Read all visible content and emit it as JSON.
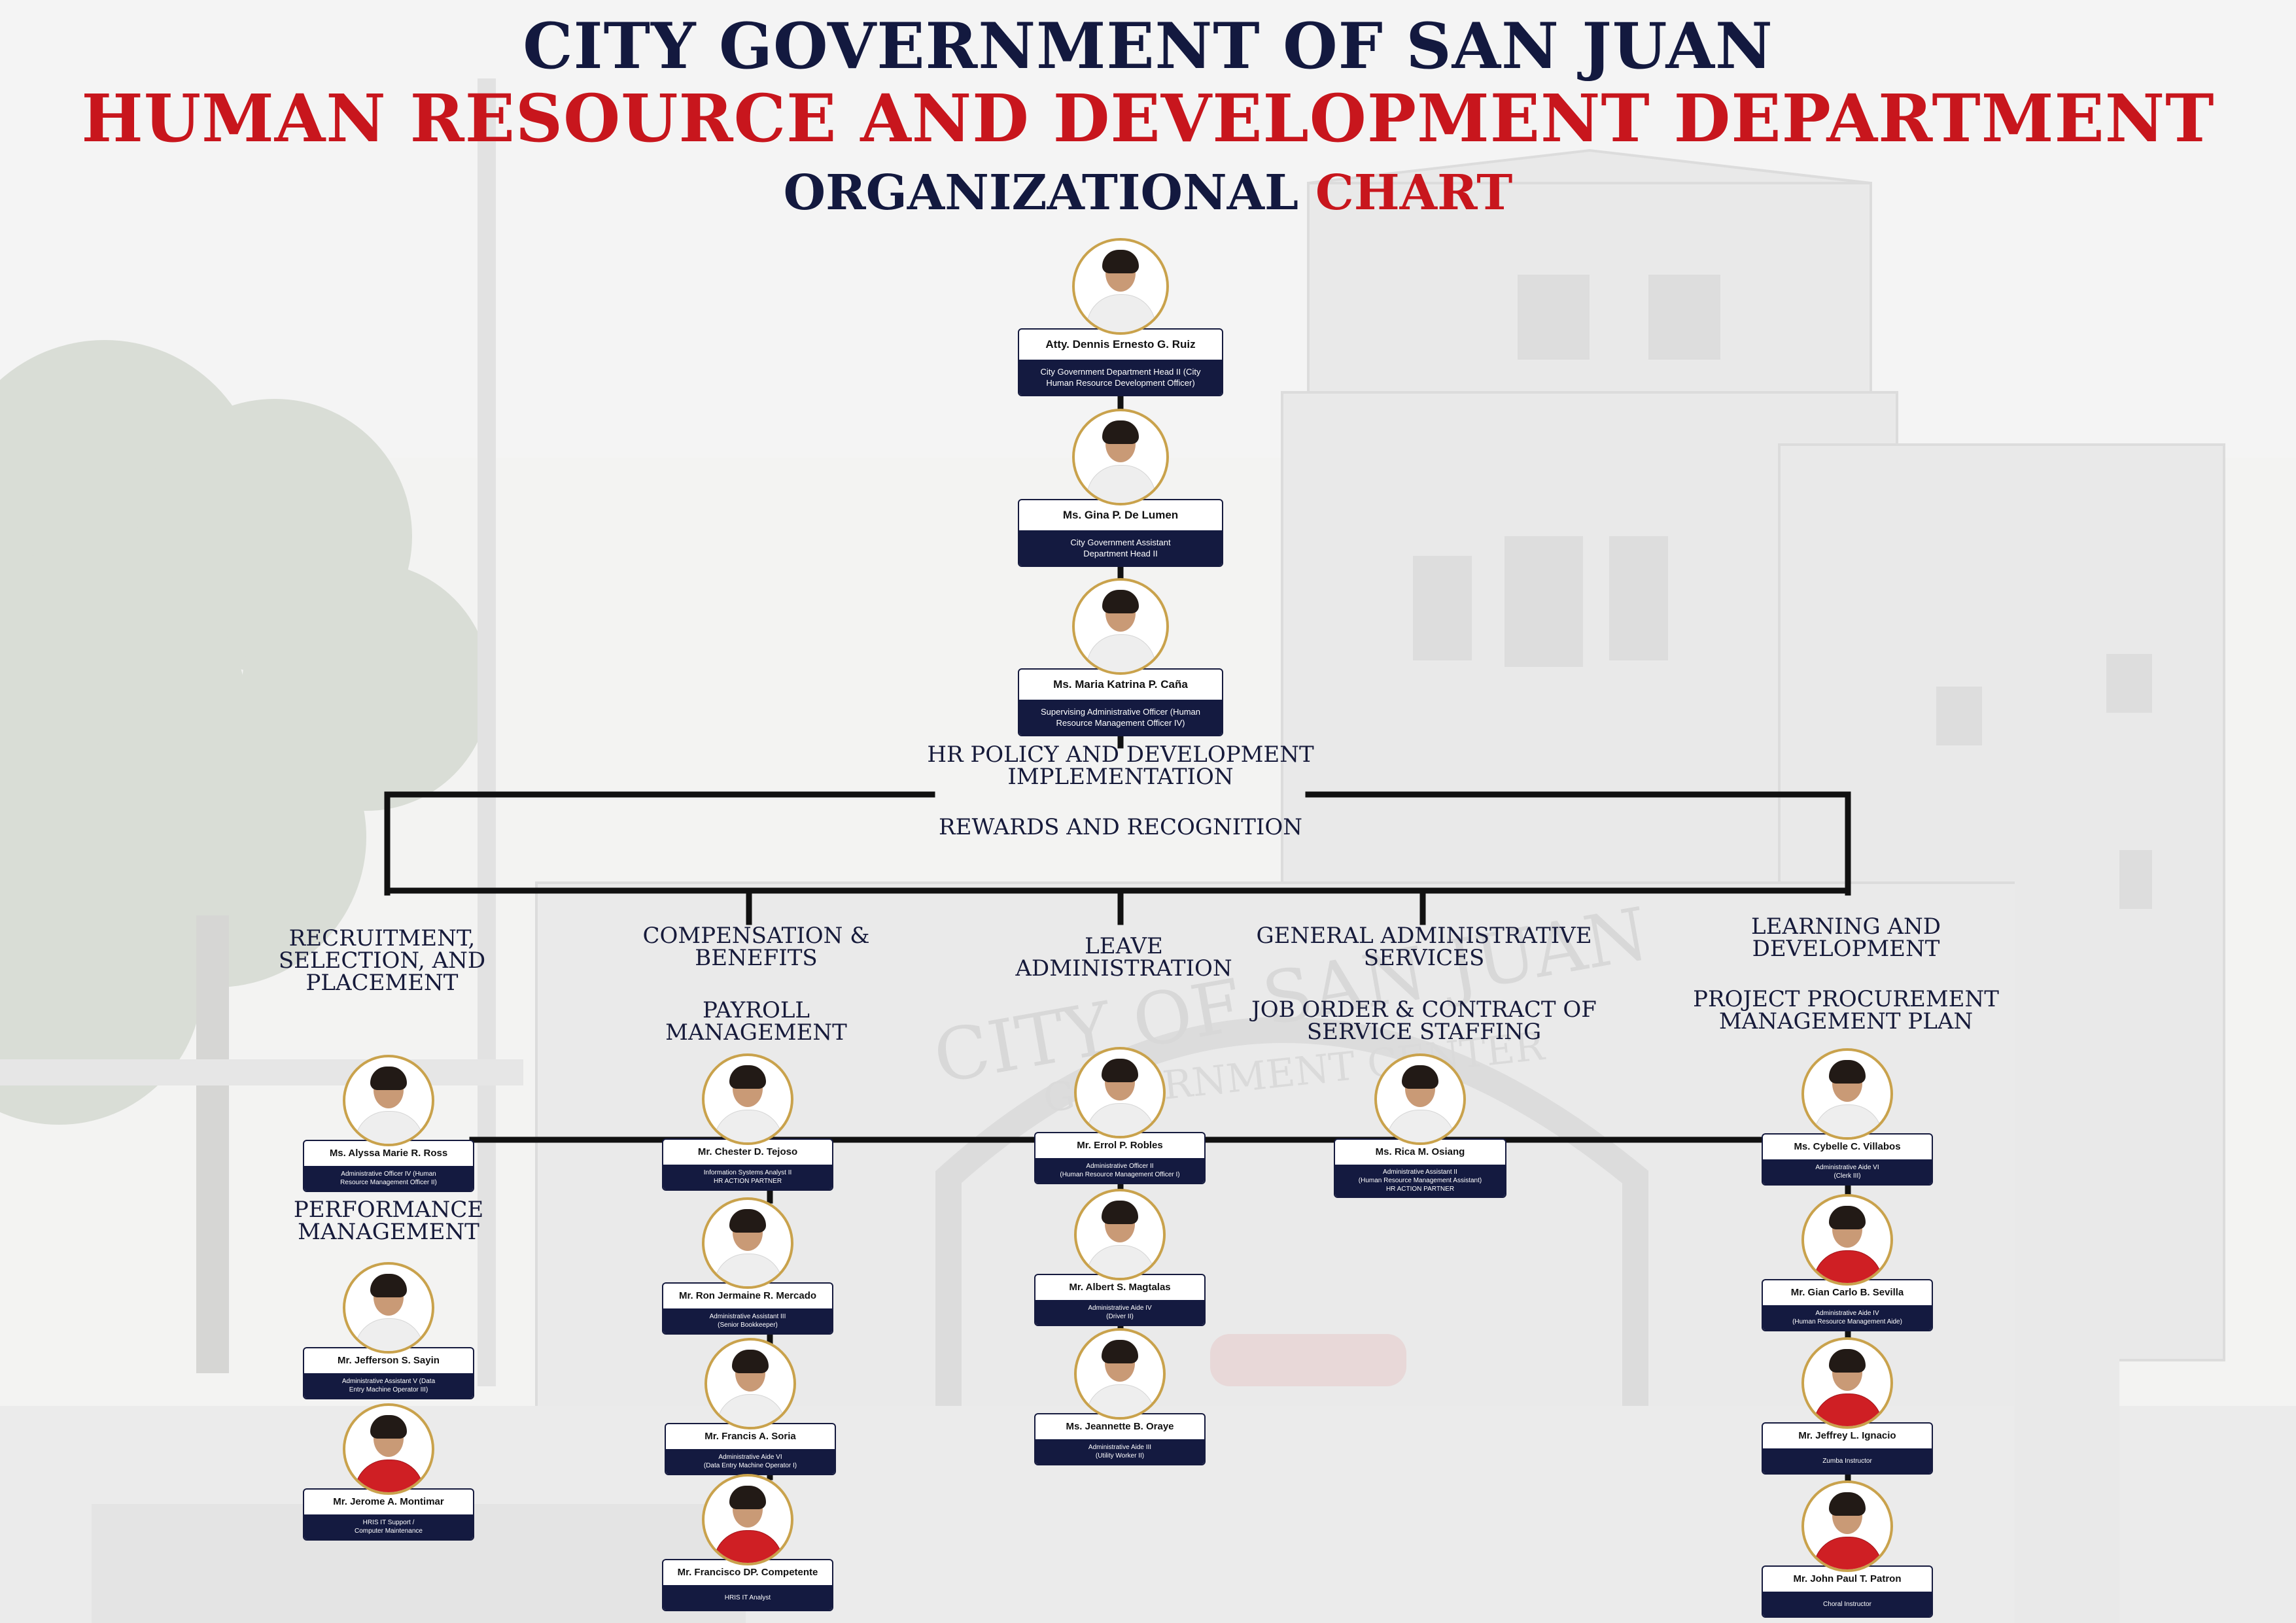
{
  "header": {
    "line1": "CITY GOVERNMENT OF SAN JUAN",
    "line2": "HUMAN RESOURCE AND DEVELOPMENT DEPARTMENT",
    "line3a": "ORGANIZATIONAL ",
    "line3b": "CHART"
  },
  "sections": {
    "hr_policy_1": "HR POLICY AND DEVELOPMENT",
    "hr_policy_2": "IMPLEMENTATION",
    "rewards": "REWARDS AND RECOGNITION",
    "recruitment_1": "RECRUITMENT,",
    "recruitment_2": "SELECTION, AND",
    "recruitment_3": "PLACEMENT",
    "comp_1": "COMPENSATION &",
    "comp_2": "BENEFITS",
    "payroll_1": "PAYROLL",
    "payroll_2": "MANAGEMENT",
    "leave_1": "LEAVE",
    "leave_2": "ADMINISTRATION",
    "gas_1": "GENERAL ADMINISTRATIVE",
    "gas_2": "SERVICES",
    "jo_1": "JOB ORDER & CONTRACT OF",
    "jo_2": "SERVICE STAFFING",
    "ld_1": "LEARNING AND",
    "ld_2": "DEVELOPMENT",
    "ppmp_1": "PROJECT PROCUREMENT",
    "ppmp_2": "MANAGEMENT PLAN",
    "perf_1": "PERFORMANCE",
    "perf_2": "MANAGEMENT"
  },
  "people": {
    "head": {
      "name": "Atty. Dennis Ernesto G. Ruiz",
      "role1": "City Government Department Head II (City",
      "role2": "Human Resource Development Officer)"
    },
    "asst": {
      "name": "Ms. Gina P. De Lumen",
      "role1": "City Government Assistant",
      "role2": "Department Head II"
    },
    "sup": {
      "name": "Ms. Maria Katrina P. Caña",
      "role1": "Supervising Administrative Officer (Human",
      "role2": "Resource Management Officer IV)"
    },
    "ross": {
      "name": "Ms. Alyssa Marie R. Ross",
      "role1": "Administrative Officer IV (Human",
      "role2": "Resource Management Officer II)"
    },
    "sayin": {
      "name": "Mr. Jefferson S. Sayin",
      "role1": "Administrative Assistant V (Data",
      "role2": "Entry Machine Operator III)"
    },
    "montimar": {
      "name": "Mr. Jerome A. Montimar",
      "role1": "HRIS IT Support /",
      "role2": "Computer Maintenance"
    },
    "tejoso": {
      "name": "Mr. Chester D. Tejoso",
      "role1": "Information Systems Analyst II",
      "role2": "HR ACTION PARTNER"
    },
    "mercado": {
      "name": "Mr. Ron Jermaine R. Mercado",
      "role1": "Administrative Assistant III",
      "role2": "(Senior Bookkeeper)"
    },
    "soria": {
      "name": "Mr. Francis A. Soria",
      "role1": "Administrative Aide VI",
      "role2": "(Data Entry Machine Operator I)"
    },
    "competente": {
      "name": "Mr. Francisco DP. Competente",
      "role1": "HRIS IT Analyst",
      "role2": ""
    },
    "robles": {
      "name": "Mr. Errol P. Robles",
      "role1": "Administrative Officer II",
      "role2": "(Human Resource Management Officer I)"
    },
    "magtalas": {
      "name": "Mr. Albert S. Magtalas",
      "role1": "Administrative Aide IV",
      "role2": "(Driver II)"
    },
    "oraye": {
      "name": "Ms. Jeannette B. Oraye",
      "role1": "Administrative Aide III",
      "role2": "(Utility Worker II)"
    },
    "osiang": {
      "name": "Ms. Rica M. Osiang",
      "role1": "Administrative Assistant II",
      "role2": "(Human Resource Management Assistant)",
      "role3": "HR ACTION PARTNER"
    },
    "villabos": {
      "name": "Ms. Cybelle C. Villabos",
      "role1": "Administrative Aide VI",
      "role2": "(Clerk III)"
    },
    "sevilla": {
      "name": "Mr. Gian Carlo B. Sevilla",
      "role1": "Administrative Aide IV",
      "role2": "(Human Resource Management Aide)"
    },
    "ignacio": {
      "name": "Mr. Jeffrey L. Ignacio",
      "role1": "Zumba Instructor",
      "role2": ""
    },
    "patron": {
      "name": "Mr. John Paul T. Patron",
      "role1": "Choral Instructor",
      "role2": ""
    }
  },
  "background": {
    "building_sign_1": "CITY OF SAN JUAN",
    "building_sign_2": "GOVERNMENT CENTER"
  },
  "colors": {
    "navy": "#141a40",
    "red": "#c8161d",
    "gold": "#c9a24c"
  }
}
